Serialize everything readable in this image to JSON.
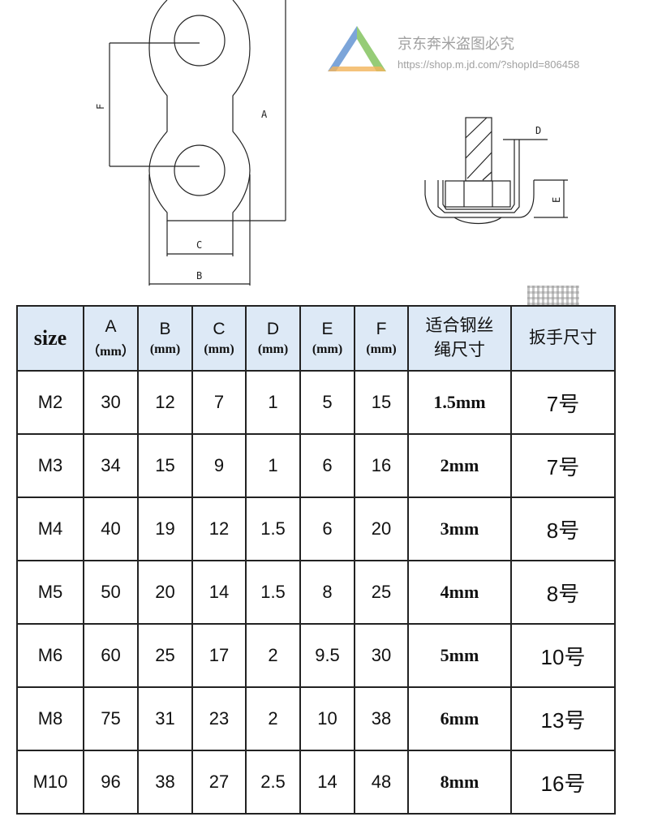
{
  "diagram": {
    "labels": {
      "A": "A",
      "B": "B",
      "C": "C",
      "D": "D",
      "E": "E",
      "F": "F"
    }
  },
  "table": {
    "headers": [
      {
        "letter": "size",
        "unit": ""
      },
      {
        "letter": "A",
        "unit": "（mm）"
      },
      {
        "letter": "B",
        "unit": "(mm)"
      },
      {
        "letter": "C",
        "unit": "(mm)"
      },
      {
        "letter": "D",
        "unit": "(mm)"
      },
      {
        "letter": "E",
        "unit": "(mm)"
      },
      {
        "letter": "F",
        "unit": "(mm)"
      },
      {
        "letter": "适合钢丝",
        "unit": "绳尺寸"
      },
      {
        "letter": "扳手尺寸",
        "unit": ""
      }
    ],
    "rows": [
      [
        "M2",
        "30",
        "12",
        "7",
        "1",
        "5",
        "15",
        "1.5mm",
        "7号"
      ],
      [
        "M3",
        "34",
        "15",
        "9",
        "1",
        "6",
        "16",
        "2mm",
        "7号"
      ],
      [
        "M4",
        "40",
        "19",
        "12",
        "1.5",
        "6",
        "20",
        "3mm",
        "8号"
      ],
      [
        "M5",
        "50",
        "20",
        "14",
        "1.5",
        "8",
        "25",
        "4mm",
        "8号"
      ],
      [
        "M6",
        "60",
        "25",
        "17",
        "2",
        "9.5",
        "30",
        "5mm",
        "10号"
      ],
      [
        "M8",
        "75",
        "31",
        "23",
        "2",
        "10",
        "38",
        "6mm",
        "13号"
      ],
      [
        "M10",
        "96",
        "38",
        "27",
        "2.5",
        "14",
        "48",
        "8mm",
        "16号"
      ]
    ],
    "header_bg": "#dde9f6"
  },
  "watermark": {
    "text": "京东奔米盗图必究",
    "url": "https://shop.m.jd.com/?shopId=806458"
  }
}
